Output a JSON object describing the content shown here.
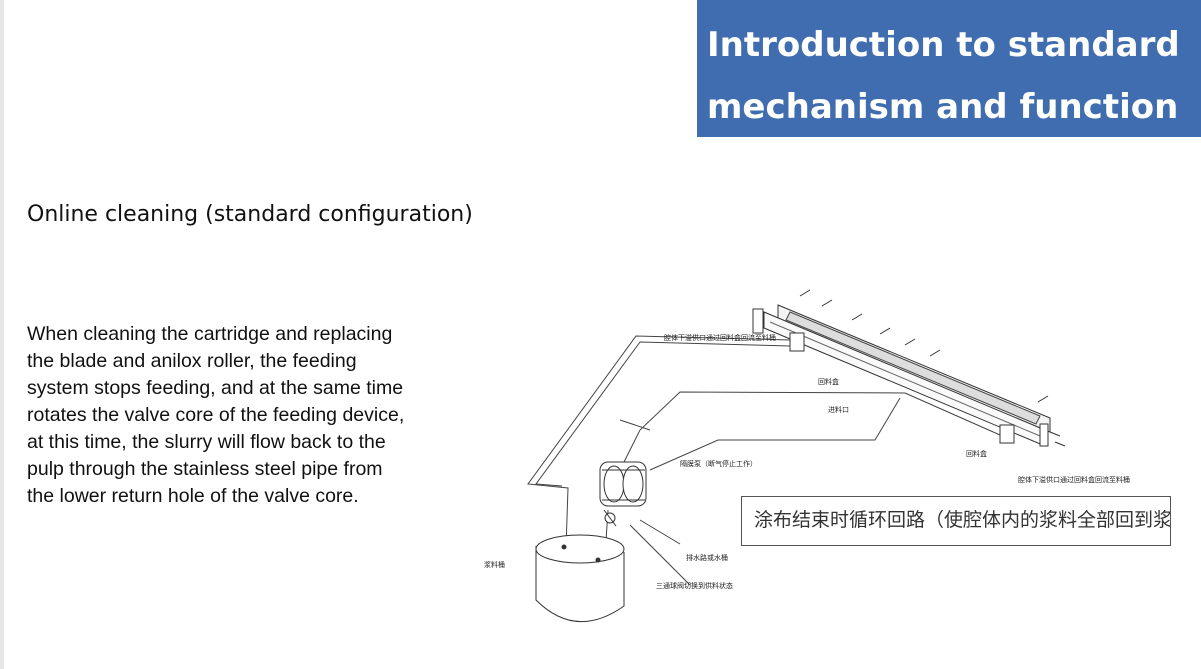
{
  "header": {
    "title_line1": "Introduction to standard",
    "title_line2": "mechanism and function",
    "background": "#3f6db0"
  },
  "section": {
    "subtitle": "Online cleaning (standard configuration)"
  },
  "body": {
    "lines": [
      "When cleaning the cartridge and replacing",
      "the blade and anilox roller, the feeding",
      "system stops feeding, and at the same time",
      "rotates the valve core of the feeding device,",
      "at this time, the slurry will flow back to the",
      "pulp through the stainless steel pipe from",
      "the lower return hole of the valve core."
    ]
  },
  "diagram": {
    "caption": "涂布结束时循环回路（使腔体内的浆料全部回到浆料桶",
    "labels": {
      "top_pipe": "腔体下溢供口通过回料盒回流至料桶",
      "return_box_1": "回料盒",
      "feed_port": "进料口",
      "return_box_2": "回料盒",
      "bottom_pipe": "腔体下溢供口通过回料盒回流至料桶",
      "pump": "隔膜泵（断气停止工作）",
      "drain": "排水路或水桶",
      "bucket": "浆料桶",
      "valve": "三通球阀切换到供料状态"
    }
  }
}
